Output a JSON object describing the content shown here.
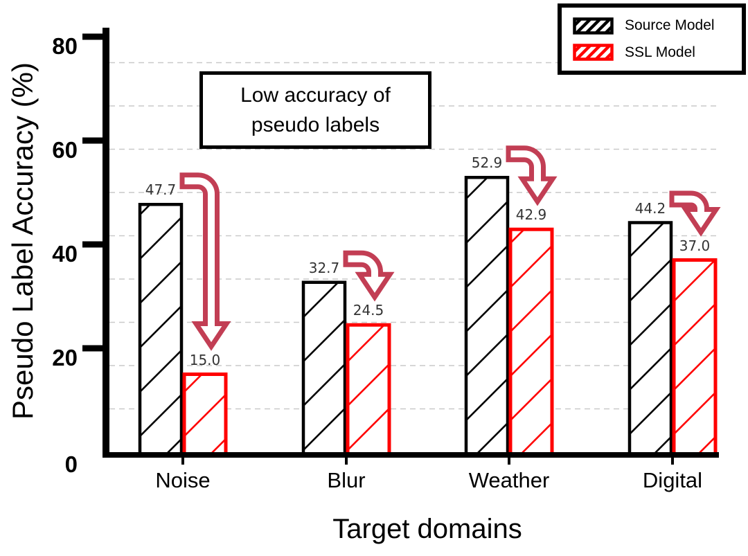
{
  "chart_data": {
    "type": "bar",
    "title": "",
    "xlabel": "Target domains",
    "ylabel": "Pseudo Label Accuracy (%)",
    "categories": [
      "Noise",
      "Blur",
      "Weather",
      "Digital"
    ],
    "series": [
      {
        "name": "Source Model",
        "color": "#000000",
        "values": [
          47.7,
          32.7,
          52.9,
          44.2
        ]
      },
      {
        "name": "SSL Model",
        "color": "#ff0000",
        "values": [
          15.0,
          24.5,
          42.9,
          37.0
        ]
      }
    ],
    "yticks": [
      "0",
      "20",
      "40",
      "60",
      "80"
    ],
    "ylim": [
      0,
      82
    ],
    "grid": {
      "on": true,
      "axis": "y",
      "style": "dashed",
      "color": "#c9c9c9"
    },
    "legend": {
      "position": "top-right",
      "entries": [
        "Source Model",
        "SSL Model"
      ]
    },
    "annotation": {
      "line1": "Low accuracy of",
      "line2": "pseudo labels"
    },
    "bar_style": {
      "fill": "#ffffff",
      "hatch": "/",
      "edge_width": 4.5
    },
    "value_label_color": "#333333",
    "arrow_color": "#c23e54"
  }
}
